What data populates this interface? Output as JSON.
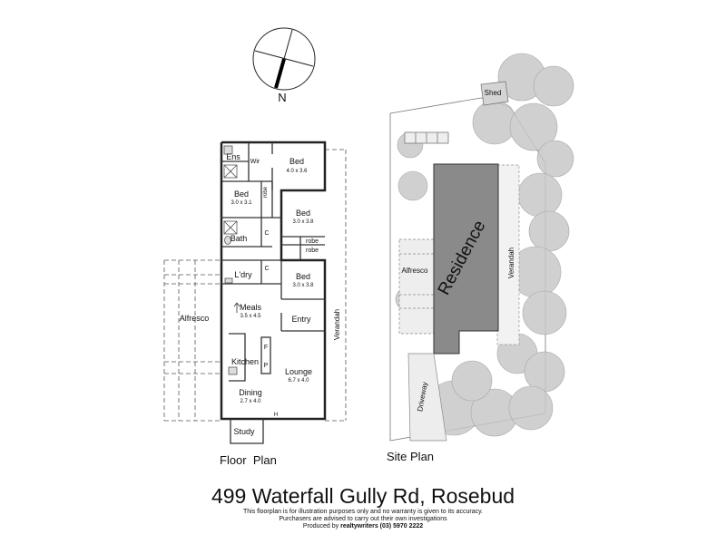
{
  "compass": {
    "north_label": "N"
  },
  "floor_plan": {
    "title": "Floor  Plan",
    "rooms": {
      "ens": "Ens",
      "wir": "Wir",
      "bed1": {
        "name": "Bed",
        "size": "4.0 x 3.6"
      },
      "bed2": {
        "name": "Bed",
        "size": "3.0 x 3.1"
      },
      "bed3": {
        "name": "Bed",
        "size": "3.0 x 3.8"
      },
      "bed4": {
        "name": "Bed",
        "size": "3.0 x 3.8"
      },
      "robe1": "robe",
      "robe2": "robe",
      "robe3": "robe",
      "bath": "Bath",
      "c1": "C",
      "c2": "C",
      "laundry": "L'dry",
      "meals": {
        "name": "Meals",
        "size": "3.5 x 4.5"
      },
      "entry": "Entry",
      "alfresco": "Alfresco",
      "verandah": "Verandah",
      "kitchen": "Kitchen",
      "f": "F",
      "p": "P",
      "lounge": {
        "name": "Lounge",
        "size": "6.7 x 4.0"
      },
      "dining": {
        "name": "Dining",
        "size": "2.7 x 4.0"
      },
      "h": "H",
      "study": "Study"
    }
  },
  "site_plan": {
    "title": "Site Plan",
    "shed": "Shed",
    "residence": "Residence",
    "alfresco": "Alfresco",
    "verandah": "Verandah",
    "driveway": "Driveway"
  },
  "footer": {
    "address": "499 Waterfall Gully Rd, Rosebud",
    "disclaimer_1": "This floorplan is for illustration purposes only and no warranty is given to its accuracy.",
    "disclaimer_2": "Purchasers are advised to carry out their own investigations",
    "produced_by": "Produced by",
    "producer": "realtywriters (03) 5970 2222"
  }
}
